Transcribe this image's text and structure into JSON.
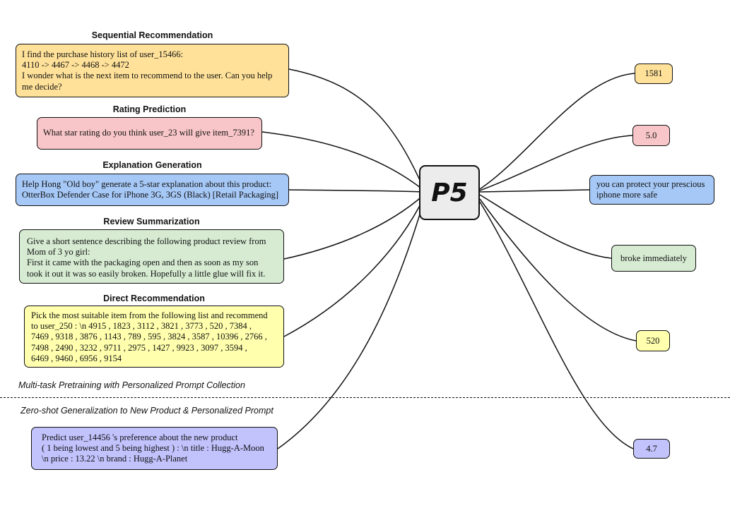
{
  "center_label": "P5",
  "tasks": [
    {
      "heading": "Sequential Recommendation",
      "lines": [
        "I find the purchase history list of user_15466:",
        "4110 -> 4467 -> 4468 -> 4472",
        "I wonder what is the next item to recommend to the user.  Can you help",
        "me decide?"
      ],
      "output": "1581",
      "color": "#ffe199"
    },
    {
      "heading": "Rating Prediction",
      "lines": [
        "What star rating do you think user_23 will give item_7391?"
      ],
      "output": "5.0",
      "color": "#f8c6c8"
    },
    {
      "heading": "Explanation Generation",
      "lines": [
        "Help Hong \"Old boy\" generate a 5-star explanation about this product:",
        "OtterBox Defender Case for iPhone 3G, 3GS (Black) [Retail Packaging]"
      ],
      "output_lines": [
        "you can protect your prescious",
        "iphone more safe"
      ],
      "color": "#a6c8f6"
    },
    {
      "heading": "Review Summarization",
      "lines": [
        "Give a short sentence describing the following product review from",
        "Mom of 3 yo girl:",
        "First it came with the packaging open and then as soon as my son",
        "took it out it was so easily broken. Hopefully a little glue will fix it."
      ],
      "output": "broke immediately",
      "color": "#d6ebd2"
    },
    {
      "heading": "Direct Recommendation",
      "lines": [
        "Pick the most suitable item from the following list and recommend",
        "to user_250 : \\n 4915 , 1823 , 3112 , 3821 , 3773 , 520 , 7384 ,",
        "7469 , 9318 , 3876 , 1143 , 789 , 595 , 3824 , 3587 , 10396 , 2766 ,",
        "7498 , 2490 , 3232 , 9711 , 2975 , 1427 , 9923 , 3097 , 3594 ,",
        "6469 , 9460 , 6956 , 9154"
      ],
      "output": "520",
      "color": "#ffffad"
    },
    {
      "lines": [
        "Predict user_14456 's preference about the new product",
        "( 1 being lowest and 5 being highest ) : \\n title : Hugg-A-Moon",
        "\\n price : 13.22 \\n brand : Hugg-A-Planet"
      ],
      "output": "4.7",
      "color": "#c2c2fd"
    }
  ],
  "captions": {
    "pretraining": "Multi-task Pretraining with Personalized Prompt Collection",
    "zeroshot": "Zero-shot Generalization to New Product & Personalized Prompt"
  }
}
